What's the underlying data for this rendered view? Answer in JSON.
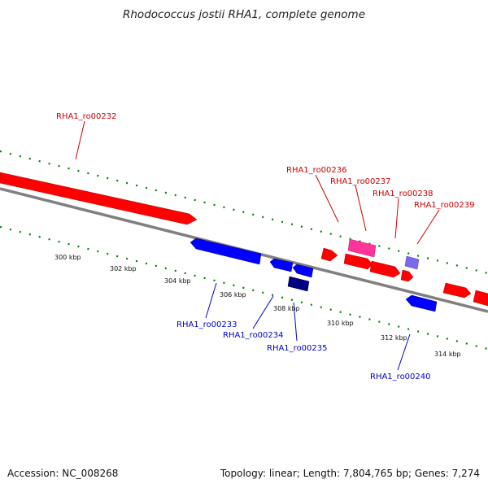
{
  "title": "Rhodococcus jostii RHA1, complete genome",
  "footer": {
    "accession": "Accession: NC_008268",
    "summary": "Topology: linear; Length: 7,804,765 bp; Genes: 7,274"
  },
  "colors": {
    "forward_gene": "#ff0000",
    "reverse_gene": "#0000ff",
    "label_forward": "#cc0000",
    "label_reverse": "#0000cc",
    "ticks": "#008000",
    "backbone": "#808080"
  },
  "scale_labels": [
    "300 kbp",
    "302 kbp",
    "304 kbp",
    "306 kbp",
    "308 kbp",
    "310 kbp",
    "312 kbp",
    "314 kbp"
  ],
  "genes": [
    {
      "id": "RHA1_ro00232",
      "strand": "+",
      "color": "#ff0000"
    },
    {
      "id": "RHA1_ro00233",
      "strand": "-",
      "color": "#0000ff"
    },
    {
      "id": "RHA1_ro00234",
      "strand": "-",
      "color": "#0000ff"
    },
    {
      "id": "RHA1_ro00235",
      "strand": "-",
      "color": "#000080"
    },
    {
      "id": "RHA1_ro00236",
      "strand": "+",
      "color": "#ff0000"
    },
    {
      "id": "RHA1_ro00237",
      "strand": "+",
      "color": "#ff3399"
    },
    {
      "id": "RHA1_ro00238",
      "strand": "+",
      "color": "#ff0000"
    },
    {
      "id": "RHA1_ro00239",
      "strand": "+",
      "color": "#7b68ee"
    },
    {
      "id": "RHA1_ro00240",
      "strand": "-",
      "color": "#0000ff"
    }
  ]
}
